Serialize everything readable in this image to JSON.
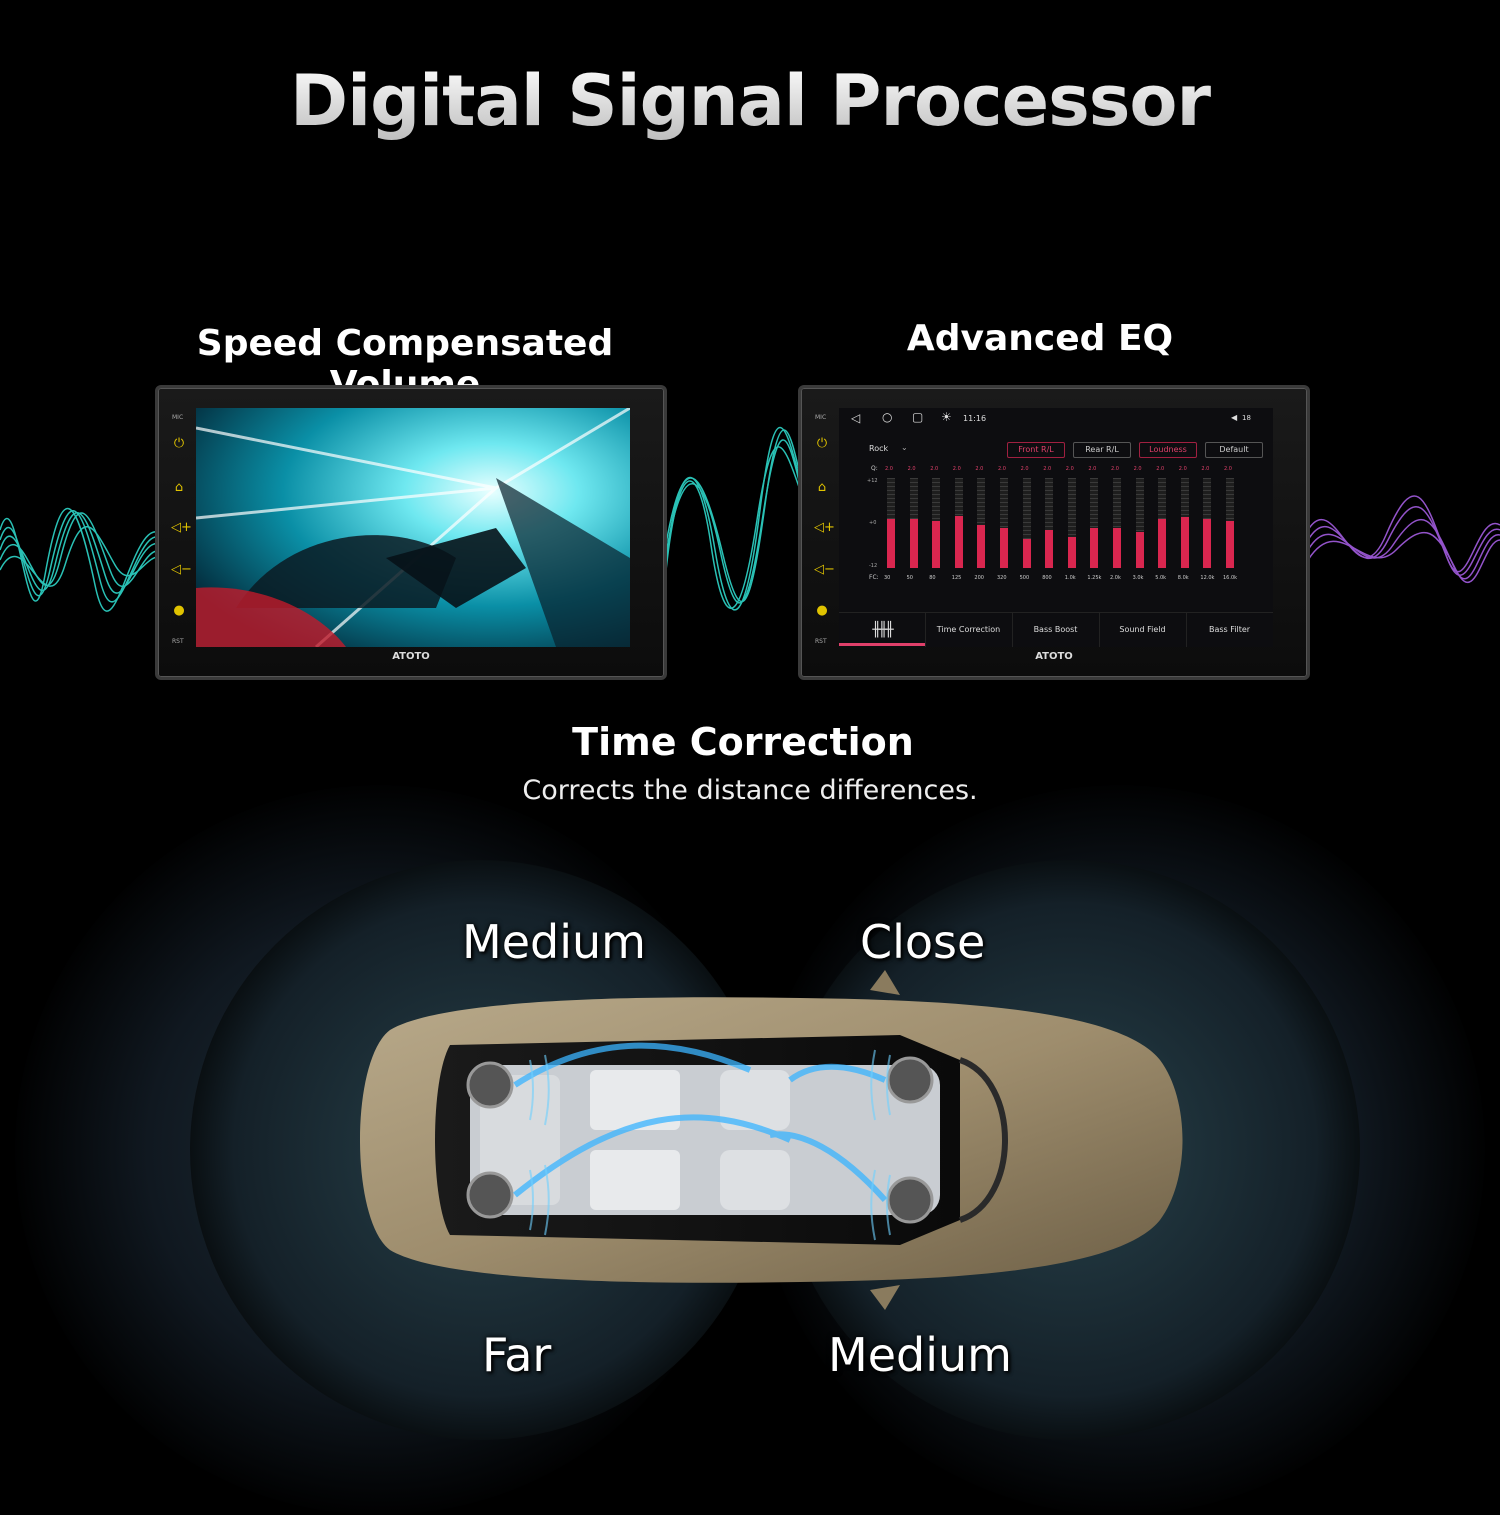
{
  "headline": "Digital Signal Processor",
  "features": {
    "scv_title": "Speed Compensated Volume",
    "eq_title": "Advanced EQ",
    "tc_title": "Time Correction",
    "tc_subtitle": "Corrects the distance differences."
  },
  "head_unit": {
    "brand": "ATOTO",
    "mic_label": "MIC",
    "rst_label": "RST"
  },
  "eq_screen": {
    "time": "11:16",
    "status_num": "18",
    "preset": "Rock",
    "buttons": [
      "Front R/L",
      "Rear R/L",
      "Loudness",
      "Default"
    ],
    "q_label": "Q:",
    "fc_label": "FC:",
    "db_top": "+12",
    "db_mid": "+0",
    "db_bot": "-12",
    "q_values": [
      "2.0",
      "2.0",
      "2.0",
      "2.0",
      "2.0",
      "2.0",
      "2.0",
      "2.0",
      "2.0",
      "2.0",
      "2.0",
      "2.0",
      "2.0",
      "2.0",
      "2.0",
      "2.0"
    ],
    "frequencies": [
      "30",
      "50",
      "80",
      "125",
      "200",
      "320",
      "500",
      "800",
      "1.0k",
      "1.25k",
      "2.0k",
      "3.0k",
      "5.0k",
      "8.0k",
      "12.0k",
      "16.0k"
    ],
    "levels": [
      0.55,
      0.55,
      0.52,
      0.58,
      0.48,
      0.45,
      0.32,
      0.42,
      0.35,
      0.44,
      0.45,
      0.4,
      0.55,
      0.57,
      0.54,
      0.52
    ],
    "tabs": [
      "",
      "Time Correction",
      "Bass Boost",
      "Sound Field",
      "Bass Filter"
    ]
  },
  "speakers": {
    "front_left": "Medium",
    "front_right": "Close",
    "rear_left": "Far",
    "rear_right": "Medium"
  }
}
